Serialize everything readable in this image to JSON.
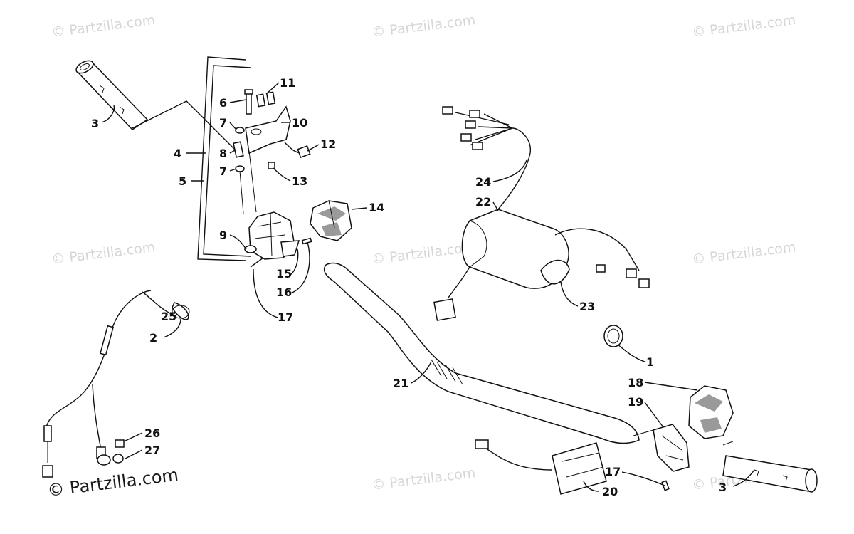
{
  "watermark": {
    "text": "© Partzilla.com",
    "main_text": "© Partzilla.com"
  },
  "callouts": [
    {
      "id": "c3a",
      "label": "3"
    },
    {
      "id": "c4",
      "label": "4"
    },
    {
      "id": "c5",
      "label": "5"
    },
    {
      "id": "c6",
      "label": "6"
    },
    {
      "id": "c7a",
      "label": "7"
    },
    {
      "id": "c8",
      "label": "8"
    },
    {
      "id": "c7b",
      "label": "7"
    },
    {
      "id": "c9",
      "label": "9"
    },
    {
      "id": "c11",
      "label": "11"
    },
    {
      "id": "c10",
      "label": "10"
    },
    {
      "id": "c12",
      "label": "12"
    },
    {
      "id": "c13",
      "label": "13"
    },
    {
      "id": "c14",
      "label": "14"
    },
    {
      "id": "c15",
      "label": "15"
    },
    {
      "id": "c16",
      "label": "16"
    },
    {
      "id": "c17a",
      "label": "17"
    },
    {
      "id": "c25",
      "label": "25"
    },
    {
      "id": "c2",
      "label": "2"
    },
    {
      "id": "c26",
      "label": "26"
    },
    {
      "id": "c27",
      "label": "27"
    },
    {
      "id": "c24",
      "label": "24"
    },
    {
      "id": "c22",
      "label": "22"
    },
    {
      "id": "c23",
      "label": "23"
    },
    {
      "id": "c21",
      "label": "21"
    },
    {
      "id": "c1",
      "label": "1"
    },
    {
      "id": "c18",
      "label": "18"
    },
    {
      "id": "c19",
      "label": "19"
    },
    {
      "id": "c17b",
      "label": "17"
    },
    {
      "id": "c20",
      "label": "20"
    },
    {
      "id": "c3b",
      "label": "3"
    }
  ]
}
